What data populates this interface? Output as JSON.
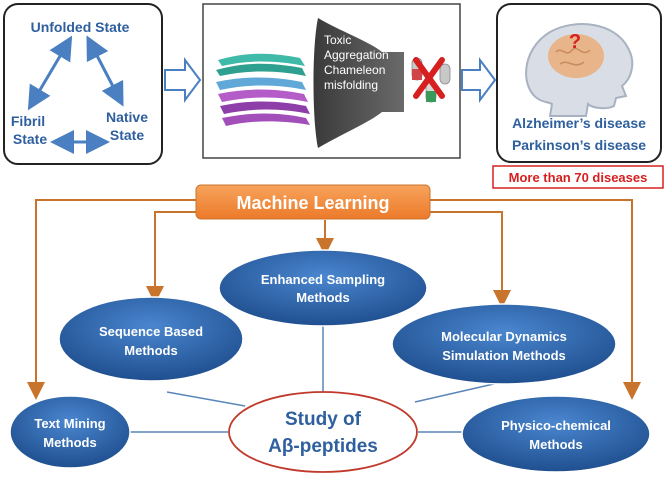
{
  "top_row": {
    "states_box": {
      "unfolded": "Unfolded State",
      "fibril_line1": "Fibril",
      "fibril_line2": "State",
      "native_line1": "Native",
      "native_line2": "State"
    },
    "funnel_box": {
      "lines": [
        "Toxic",
        "Aggregation",
        "Chameleon",
        "misfolding"
      ]
    },
    "disease_box": {
      "alzheimers": "Alzheimer’s disease",
      "parkinsons": "Parkinson’s disease",
      "question_mark": "?"
    },
    "disease_count": "More than 70 diseases"
  },
  "machine_learning": "Machine Learning",
  "methods": {
    "enhanced_line1": "Enhanced Sampling",
    "enhanced_line2": "Methods",
    "sequence_line1": "Sequence Based",
    "sequence_line2": "Methods",
    "md_line1": "Molecular Dynamics",
    "md_line2": "Simulation Methods",
    "text_line1": "Text Mining",
    "text_line2": "Methods",
    "physico_line1": "Physico-chemical",
    "physico_line2": "Methods"
  },
  "center": {
    "line1": "Study of",
    "line2": "Aβ-peptides"
  },
  "colors": {
    "blue_text": "#2e5f9e",
    "orange": "#f0883c",
    "arrow_orange": "#c9742c",
    "oval_fill": "#2d62a8",
    "red": "#d62020"
  }
}
